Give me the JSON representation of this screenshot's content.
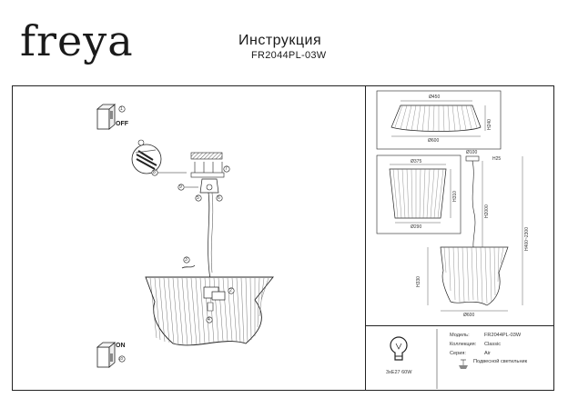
{
  "brand": {
    "logo_text": "freya"
  },
  "header": {
    "title": "Инструкция",
    "model": "FR2044PL-03W"
  },
  "steps": {
    "off_label": "OFF",
    "on_label": "ON",
    "numbers": [
      "1",
      "2",
      "3",
      "4",
      "5",
      "6",
      "7",
      "8",
      "9",
      "10"
    ]
  },
  "dimensions": {
    "shade_top_width": "Ø450",
    "shade_bottom_width": "Ø600",
    "shade_height": "H240",
    "inner_top_width": "Ø375",
    "inner_bottom_width": "Ø290",
    "inner_height": "H310",
    "canopy_width": "Ø100",
    "canopy_height": "H25",
    "cable_length": "H2000",
    "total_height": "H400~2300",
    "lamp_height": "H330",
    "lamp_width": "Ø600"
  },
  "info": {
    "bulb_spec": "3xE27 60W",
    "rows": [
      {
        "key": "Модель:",
        "value": "FR2044PL-03W"
      },
      {
        "key": "Коллекция:",
        "value": "Classic"
      },
      {
        "key": "Серия:",
        "value": "Air"
      }
    ],
    "type_label": "Подвесной светильник"
  }
}
